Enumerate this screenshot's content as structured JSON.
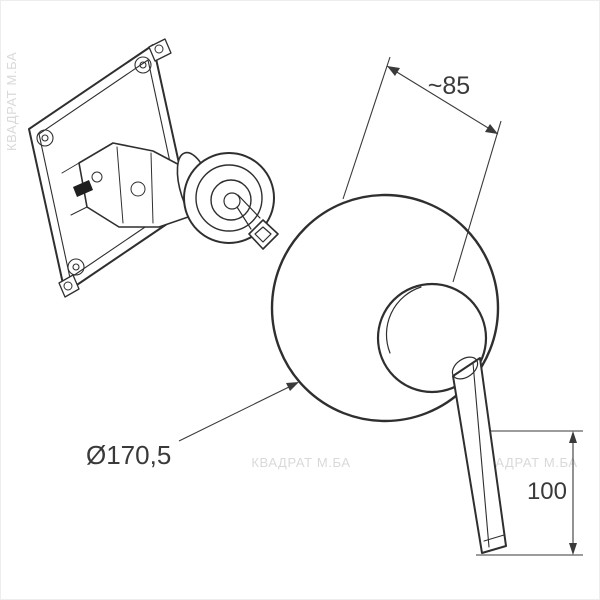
{
  "colors": {
    "line": "#2f2f2f",
    "dimension_text": "#3a3a3a",
    "watermark": "#d9d9d9",
    "background": "#ffffff"
  },
  "dimensions": {
    "depth": "~85",
    "plate_diameter": "Ø170,5",
    "lever_length": "100"
  },
  "watermark": {
    "text": "КВАДРАТ М.БА"
  }
}
